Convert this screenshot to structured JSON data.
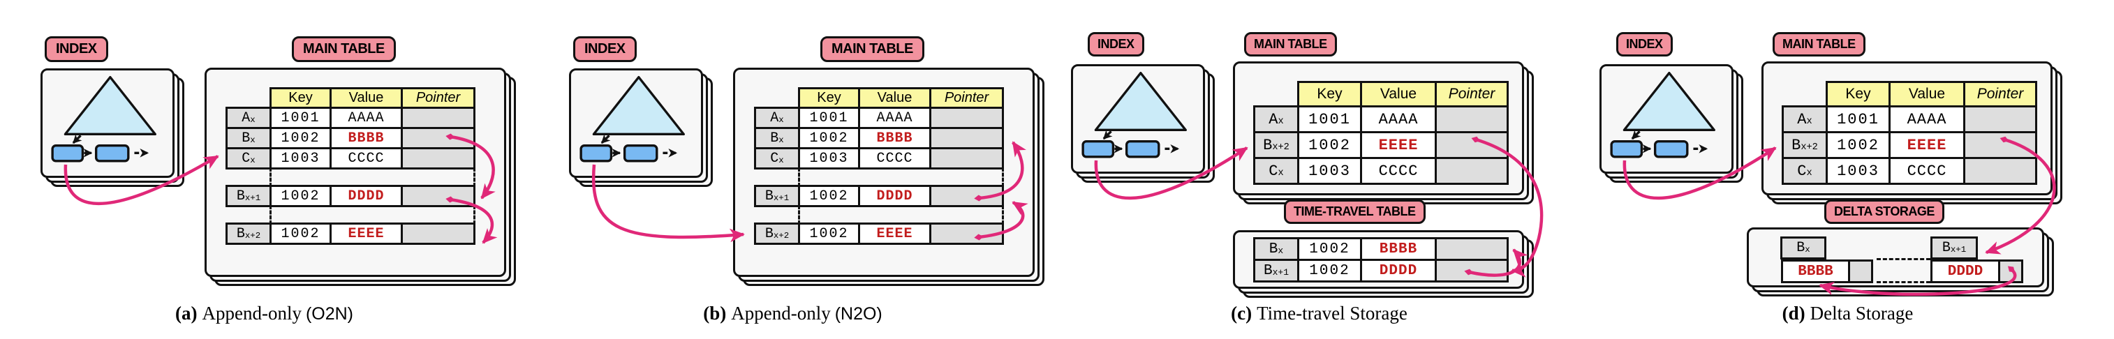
{
  "colors": {
    "pink_badge": "#F2929E",
    "arrow_pink": "#E02878",
    "red_text": "#C21D1D",
    "header_yellow": "#FBF8A3",
    "cell_gray": "#DEDEDE",
    "card_bg": "#F7F7F7",
    "node_blue": "#79B9F2",
    "triangle_blue": "#CBEBF8",
    "ink": "#111111"
  },
  "panels": [
    {
      "index_label": "INDEX",
      "main_label": "MAIN TABLE",
      "caption": {
        "tag": "(a)",
        "text": "Append-only",
        "suffix": "(O2N)"
      },
      "main_table": {
        "headers": [
          "Key",
          "Value",
          "Pointer"
        ],
        "rows": [
          {
            "label_base": "A",
            "label_sub": "x",
            "key": "1001",
            "value": "AAAA",
            "red": false
          },
          {
            "label_base": "B",
            "label_sub": "x",
            "key": "1002",
            "value": "BBBB",
            "red": true
          },
          {
            "label_base": "C",
            "label_sub": "x",
            "key": "1003",
            "value": "CCCC",
            "red": false
          },
          {
            "gap": true
          },
          {
            "label_base": "B",
            "label_sub": "x+1",
            "key": "1002",
            "value": "DDDD",
            "red": true
          },
          {
            "gap": true
          },
          {
            "label_base": "B",
            "label_sub": "x+2",
            "key": "1002",
            "value": "EEEE",
            "red": true
          }
        ]
      }
    },
    {
      "index_label": "INDEX",
      "main_label": "MAIN TABLE",
      "caption": {
        "tag": "(b)",
        "text": "Append-only",
        "suffix": "(N2O)"
      },
      "main_table": {
        "headers": [
          "Key",
          "Value",
          "Pointer"
        ],
        "rows": [
          {
            "label_base": "A",
            "label_sub": "x",
            "key": "1001",
            "value": "AAAA",
            "red": false
          },
          {
            "label_base": "B",
            "label_sub": "x",
            "key": "1002",
            "value": "BBBB",
            "red": true
          },
          {
            "label_base": "C",
            "label_sub": "x",
            "key": "1003",
            "value": "CCCC",
            "red": false
          },
          {
            "gap": true
          },
          {
            "label_base": "B",
            "label_sub": "x+1",
            "key": "1002",
            "value": "DDDD",
            "red": true
          },
          {
            "gap": true
          },
          {
            "label_base": "B",
            "label_sub": "x+2",
            "key": "1002",
            "value": "EEEE",
            "red": true
          }
        ]
      }
    },
    {
      "index_label": "INDEX",
      "main_label": "MAIN TABLE",
      "caption": {
        "tag": "(c)",
        "text": "Time-travel Storage",
        "suffix": ""
      },
      "main_table": {
        "headers": [
          "Key",
          "Value",
          "Pointer"
        ],
        "rows": [
          {
            "label_base": "A",
            "label_sub": "x",
            "key": "1001",
            "value": "AAAA",
            "red": false
          },
          {
            "label_base": "B",
            "label_sub": "x+2",
            "key": "1002",
            "value": "EEEE",
            "red": true
          },
          {
            "label_base": "C",
            "label_sub": "x",
            "key": "1003",
            "value": "CCCC",
            "red": false
          }
        ]
      },
      "tt_label": "TIME-TRAVEL TABLE",
      "tt_table": {
        "rows": [
          {
            "label_base": "B",
            "label_sub": "x",
            "key": "1002",
            "value": "BBBB",
            "red": true
          },
          {
            "label_base": "B",
            "label_sub": "x+1",
            "key": "1002",
            "value": "DDDD",
            "red": true
          }
        ]
      }
    },
    {
      "index_label": "INDEX",
      "main_label": "MAIN TABLE",
      "caption": {
        "tag": "(d)",
        "text": "Delta Storage",
        "suffix": ""
      },
      "main_table": {
        "headers": [
          "Key",
          "Value",
          "Pointer"
        ],
        "rows": [
          {
            "label_base": "A",
            "label_sub": "x",
            "key": "1001",
            "value": "AAAA",
            "red": false
          },
          {
            "label_base": "B",
            "label_sub": "x+2",
            "key": "1002",
            "value": "EEEE",
            "red": true
          },
          {
            "label_base": "C",
            "label_sub": "x",
            "key": "1003",
            "value": "CCCC",
            "red": false
          }
        ]
      },
      "delta_label": "DELTA STORAGE",
      "delta": {
        "segments": [
          {
            "tab_base": "B",
            "tab_sub": "x",
            "value": "BBBB"
          },
          {
            "tab_base": "B",
            "tab_sub": "x+1",
            "value": "DDDD"
          }
        ]
      }
    }
  ]
}
